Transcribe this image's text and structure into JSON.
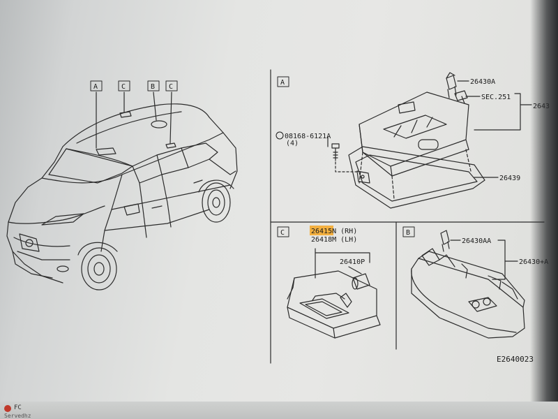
{
  "diagram": {
    "car_callouts": [
      "A",
      "C",
      "B",
      "C"
    ],
    "section_a": {
      "letter": "A",
      "parts": {
        "p1": "26430A",
        "p2": "SEC.251",
        "p3": "2643",
        "p4": "26439",
        "bolt": "08168-6121A",
        "bolt_qty": "(4)"
      }
    },
    "section_c": {
      "letter": "C",
      "parts": {
        "p1": "26415N (RH)",
        "p2": "26418M (LH)",
        "p3": "26410P"
      },
      "highlight_color": "#f5a623"
    },
    "section_b": {
      "letter": "B",
      "parts": {
        "p1": "26430AA",
        "p2": "26430+A"
      }
    },
    "figure_code": "E2640023"
  },
  "taskbar": {
    "item": "FC",
    "subtext": "Servedhz"
  }
}
